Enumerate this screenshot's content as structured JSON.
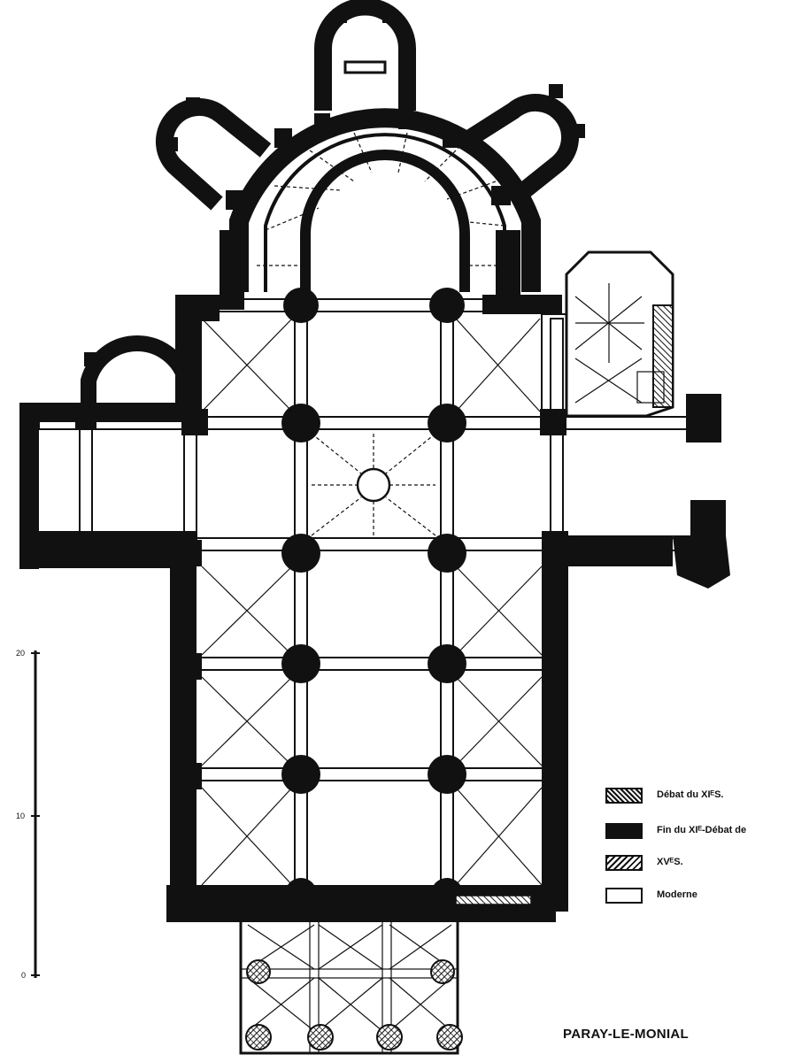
{
  "caption": "PARAY-LE-MONIAL",
  "legend": [
    {
      "label": "Débat du XIᴱS.",
      "pattern": "crosshatch"
    },
    {
      "label": "Fin du XIᴱ-Débat de",
      "pattern": "solid"
    },
    {
      "label": "XVᴱS.",
      "pattern": "hatch"
    },
    {
      "label": "Moderne",
      "pattern": "empty"
    }
  ],
  "scale": {
    "labels": [
      "20",
      "10",
      "0"
    ]
  },
  "colors": {
    "ink": "#111111",
    "paper": "#ffffff"
  }
}
